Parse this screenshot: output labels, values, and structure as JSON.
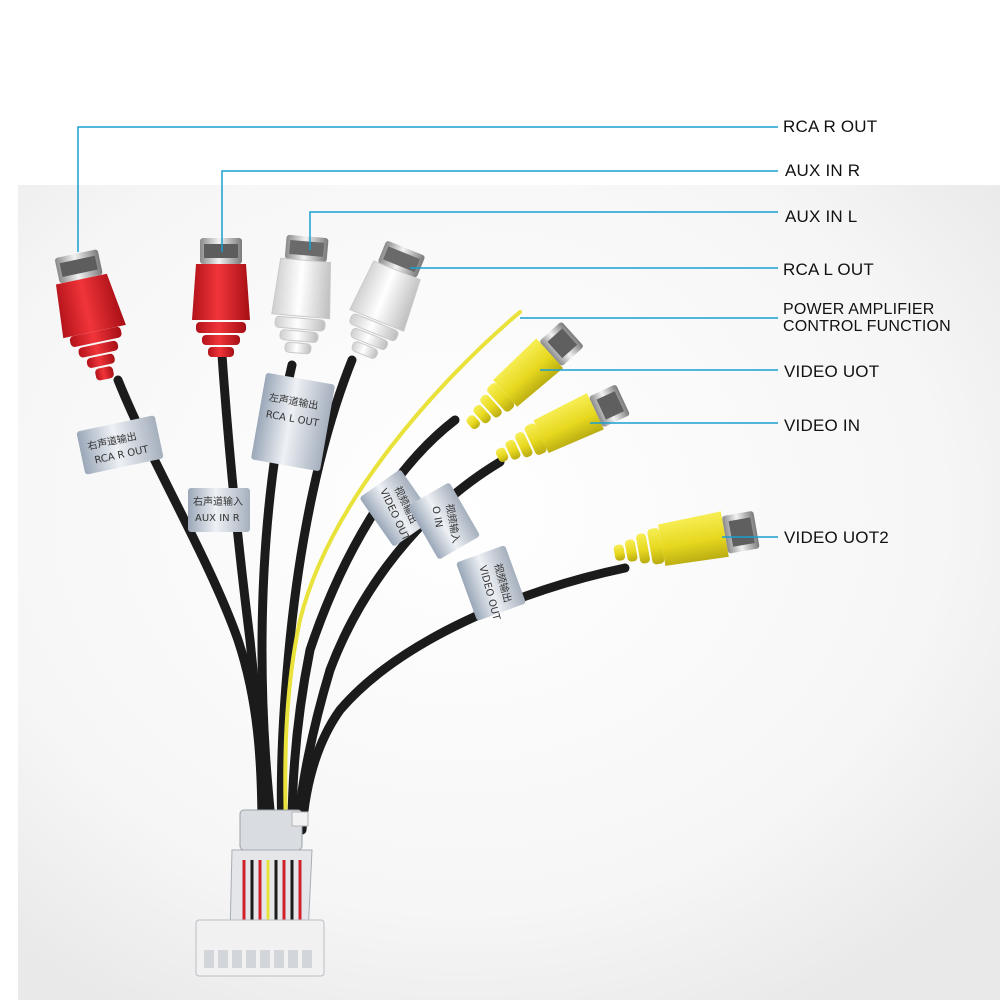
{
  "callouts": [
    {
      "id": "rca-r-out",
      "lines": [
        "RCA R OUT"
      ]
    },
    {
      "id": "aux-in-r",
      "lines": [
        "AUX IN R"
      ]
    },
    {
      "id": "aux-in-l",
      "lines": [
        "AUX IN L"
      ]
    },
    {
      "id": "rca-l-out",
      "lines": [
        "RCA L OUT"
      ]
    },
    {
      "id": "power-amplifier",
      "lines": [
        "POWER AMPLIFIER",
        "CONTROL FUNCTION"
      ]
    },
    {
      "id": "video-uot",
      "lines": [
        "VIDEO UOT"
      ]
    },
    {
      "id": "video-in",
      "lines": [
        "VIDEO IN"
      ]
    },
    {
      "id": "video-uot2",
      "lines": [
        "VIDEO UOT2"
      ]
    }
  ],
  "tags": {
    "rca_r_out": [
      "右声道输出",
      "RCA R OUT"
    ],
    "aux_in_r": [
      "右声道输入",
      "AUX IN R"
    ],
    "rca_l_out": [
      "左声道输出",
      "RCA L OUT"
    ],
    "video_out": [
      "视频输出",
      "VIDEO OUT"
    ],
    "video_in": [
      "视频输入",
      "O IN"
    ],
    "video_out2": [
      "视频输出",
      "VIDEO OUT"
    ]
  },
  "colors": {
    "leader_line": "#1a9fd0",
    "plug_red": "#e0242a",
    "plug_white": "#f4f4f4",
    "plug_yellow": "#ecdf2a",
    "cable": "#1b1b1b",
    "yellow_wire": "#e8e23a"
  }
}
